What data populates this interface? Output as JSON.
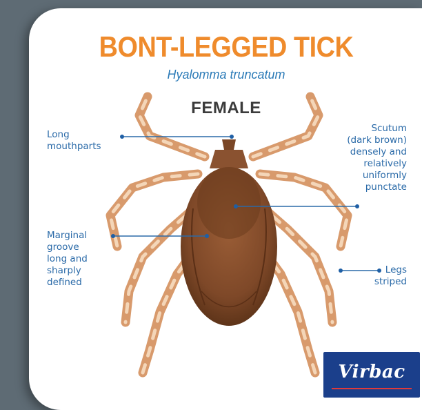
{
  "title": "BONT-LEGGED TICK",
  "species": "Hyalomma truncatum",
  "sex": "FEMALE",
  "annotations": {
    "mouthparts": [
      "Long",
      "mouthparts"
    ],
    "groove": [
      "Marginal",
      "groove",
      "long and",
      "sharply",
      "defined"
    ],
    "scutum": [
      "Scutum",
      "(dark brown)",
      "densely and",
      "relatively",
      "uniformly",
      "punctate"
    ],
    "legs": [
      "Legs",
      "striped"
    ]
  },
  "logo": {
    "text": "Virbac"
  },
  "colors": {
    "title": "#ef8b2c",
    "species": "#2a7ab7",
    "label": "#2a6aa8",
    "leader": "#1f5fa5",
    "body": "#8b5230",
    "leg": "#e7b58c",
    "logo_bg": "#1b3f8b"
  }
}
